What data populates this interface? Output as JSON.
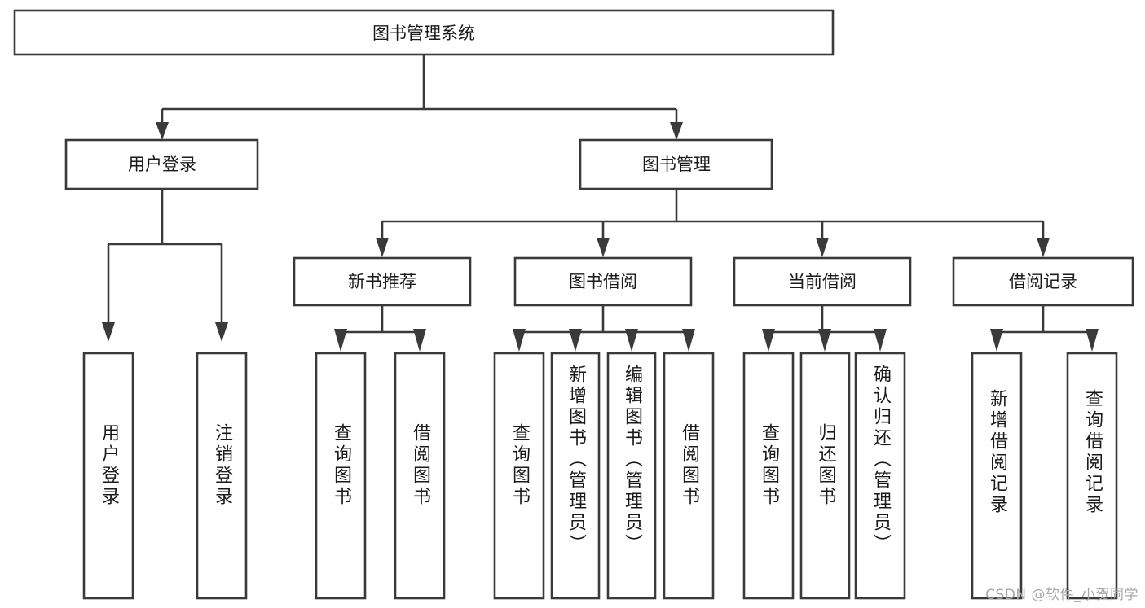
{
  "diagram": {
    "type": "tree",
    "title": "图书管理系统",
    "watermark": "CSDN @软件_小贺同学",
    "colors": {
      "stroke": "#3a3a3a",
      "fill": "#ffffff",
      "text": "#1a1a1a",
      "watermark": "#a8a8a8"
    },
    "nodes": {
      "root": {
        "label": "图书管理系统",
        "level": 0,
        "orientation": "horizontal"
      },
      "l1": [
        {
          "id": "user-login",
          "label": "用户登录",
          "orientation": "horizontal"
        },
        {
          "id": "book-manage",
          "label": "图书管理",
          "orientation": "horizontal"
        }
      ],
      "l2": [
        {
          "id": "new-book-recommend",
          "label": "新书推荐",
          "orientation": "horizontal",
          "parent": "book-manage"
        },
        {
          "id": "book-borrow",
          "label": "图书借阅",
          "orientation": "horizontal",
          "parent": "book-manage"
        },
        {
          "id": "current-borrow",
          "label": "当前借阅",
          "orientation": "horizontal",
          "parent": "book-manage"
        },
        {
          "id": "borrow-record",
          "label": "借阅记录",
          "orientation": "horizontal",
          "parent": "book-manage"
        }
      ],
      "leaves": [
        {
          "id": "leaf-user-login",
          "label": "用户登录",
          "orientation": "vertical",
          "parent": "user-login"
        },
        {
          "id": "leaf-user-logout",
          "label": "注销登录",
          "orientation": "vertical",
          "parent": "user-login"
        },
        {
          "id": "leaf-query-book-1",
          "label": "查询图书",
          "orientation": "vertical",
          "parent": "new-book-recommend"
        },
        {
          "id": "leaf-borrow-book-1",
          "label": "借阅图书",
          "orientation": "vertical",
          "parent": "new-book-recommend"
        },
        {
          "id": "leaf-query-book-2",
          "label": "查询图书",
          "orientation": "vertical",
          "parent": "book-borrow"
        },
        {
          "id": "leaf-add-book",
          "label": "新增图书（管理员）",
          "orientation": "vertical",
          "parent": "book-borrow"
        },
        {
          "id": "leaf-edit-book",
          "label": "编辑图书（管理员）",
          "orientation": "vertical",
          "parent": "book-borrow"
        },
        {
          "id": "leaf-borrow-book-2",
          "label": "借阅图书",
          "orientation": "vertical",
          "parent": "book-borrow"
        },
        {
          "id": "leaf-query-book-3",
          "label": "查询图书",
          "orientation": "vertical",
          "parent": "current-borrow"
        },
        {
          "id": "leaf-return-book",
          "label": "归还图书",
          "orientation": "vertical",
          "parent": "current-borrow"
        },
        {
          "id": "leaf-confirm-return",
          "label": "确认归还（管理员）",
          "orientation": "vertical",
          "parent": "current-borrow"
        },
        {
          "id": "leaf-add-record",
          "label": "新增借阅记录",
          "orientation": "vertical",
          "parent": "borrow-record"
        },
        {
          "id": "leaf-query-record",
          "label": "查询借阅记录",
          "orientation": "vertical",
          "parent": "borrow-record"
        }
      ]
    }
  }
}
